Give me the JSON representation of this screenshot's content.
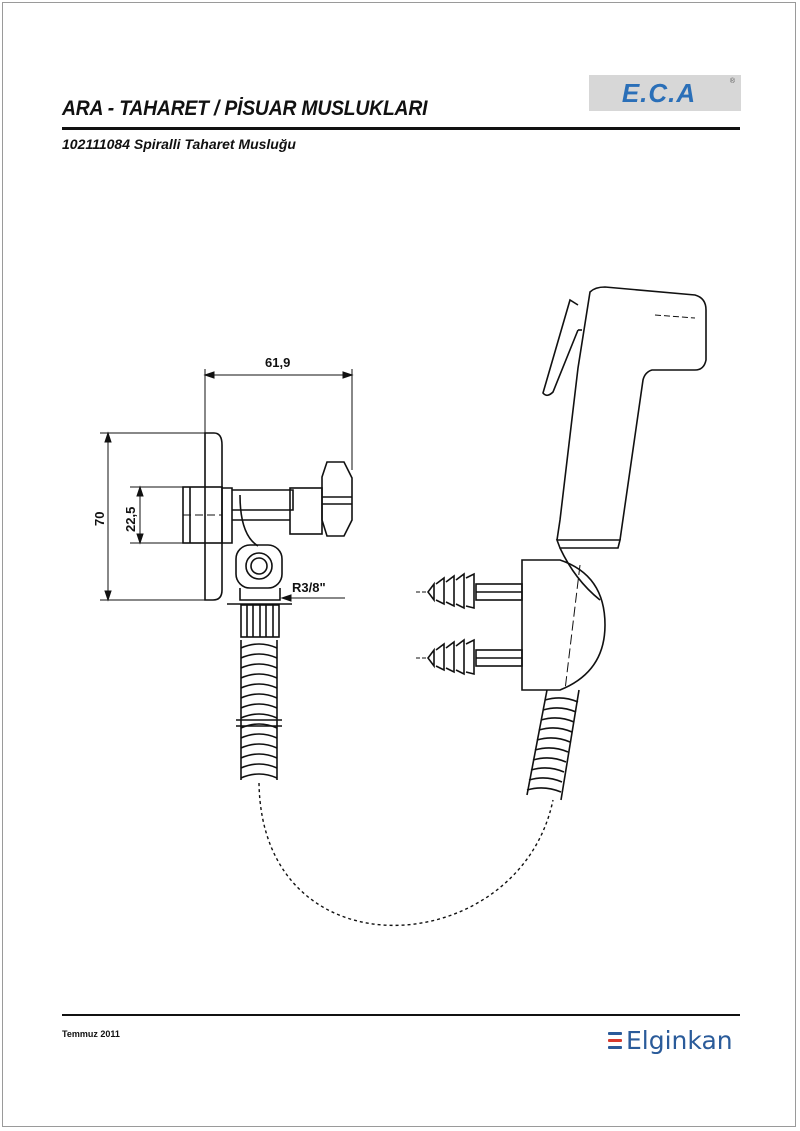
{
  "header": {
    "title": "ARA - TAHARET / PİSUAR MUSLUKLARI",
    "subtitle": "102111084 Spiralli Taharet Musluğu",
    "logo": "E.C.A",
    "logo_mark": "®"
  },
  "drawing": {
    "dim_width": "61,9",
    "dim_height": "70",
    "dim_inner": "22,5",
    "dim_thread": "R3/8\""
  },
  "footer": {
    "date": "Temmuz 2011",
    "brand": "Elginkan",
    "brand_colors": [
      "#2a5b9a",
      "#d63a2f",
      "#2a5b9a"
    ]
  }
}
